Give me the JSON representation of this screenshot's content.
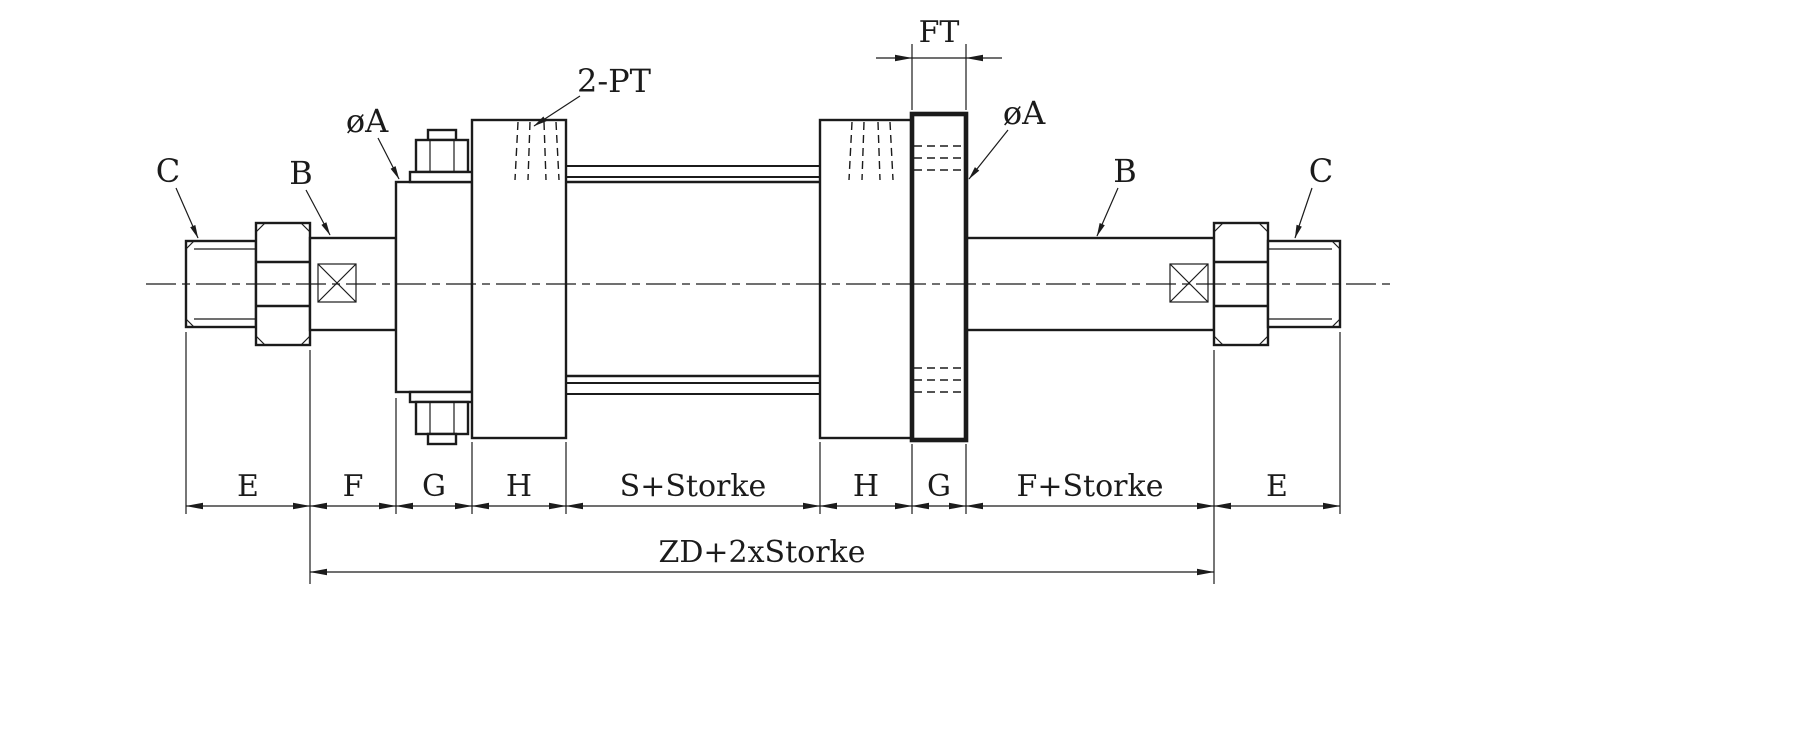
{
  "drawing": {
    "background": "#ffffff",
    "line_color": "#1b1b1b",
    "callouts": {
      "c_left": "C",
      "b_left": "B",
      "dia_a_left": "øA",
      "ports": "2-PT",
      "dia_a_right": "øA",
      "b_right": "B",
      "c_right": "C"
    },
    "dimensions": {
      "ft": "FT",
      "e_left": "E",
      "f_left": "F",
      "g_left": "G",
      "h_left": "H",
      "s_plus_stroke": "S+Storke",
      "h_right": "H",
      "g_right": "G",
      "f_plus_stroke": "F+Storke",
      "e_right": "E",
      "overall": "ZD+2xStorke"
    }
  }
}
